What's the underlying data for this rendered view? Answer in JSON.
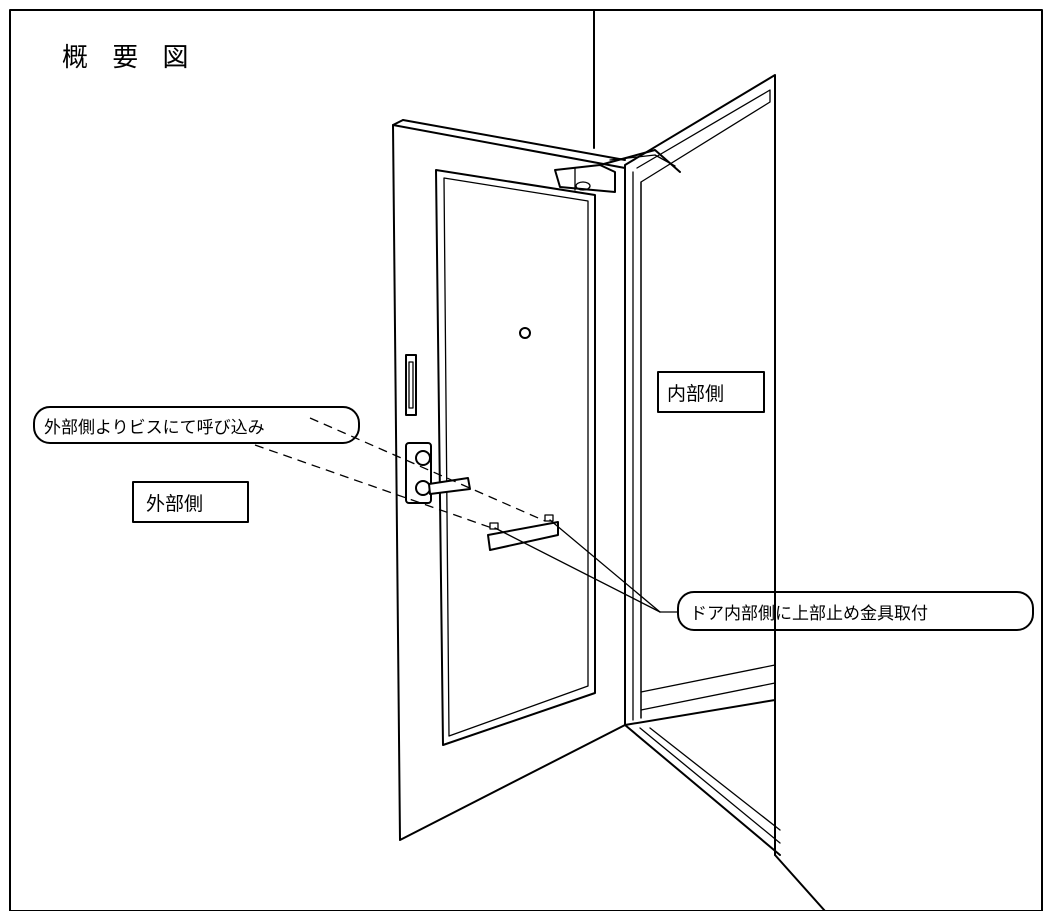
{
  "title": "概 要 図",
  "labels": {
    "outside": "外部側",
    "inside": "内部側"
  },
  "callouts": {
    "screw": "外部側よりビスにて呼び込み",
    "bracket": "ドア内部側に上部止め金具取付"
  }
}
